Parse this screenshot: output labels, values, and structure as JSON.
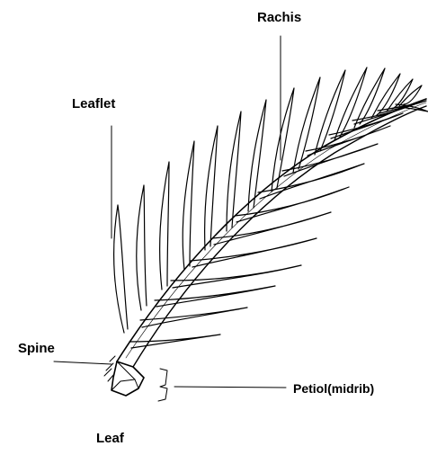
{
  "diagram": {
    "labels": {
      "rachis": "Rachis",
      "leaflet": "Leaflet",
      "spine": "Spine",
      "petiol": "Petiol(midrib)"
    },
    "caption": "Leaf",
    "colors": {
      "ink": "#000000",
      "background": "#ffffff"
    }
  }
}
